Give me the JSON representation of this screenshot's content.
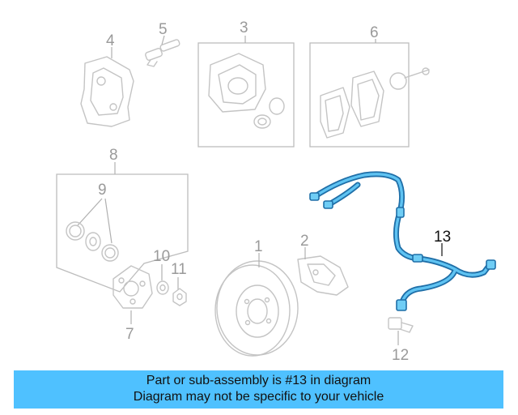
{
  "callouts": {
    "c1": "1",
    "c2": "2",
    "c3": "3",
    "c4": "4",
    "c5": "5",
    "c6": "6",
    "c7": "7",
    "c8": "8",
    "c9": "9",
    "c10": "10",
    "c11": "11",
    "c12": "12",
    "c13": "13"
  },
  "highlighted_part": "13",
  "colors": {
    "banner_background": "#4fc1ff",
    "highlight_harness": "#5fc3f2",
    "dimmed_parts": "#c4c4c4"
  },
  "banner": {
    "line1": "Part or sub-assembly is #13 in diagram",
    "line2": "Diagram may not be specific to your vehicle"
  }
}
